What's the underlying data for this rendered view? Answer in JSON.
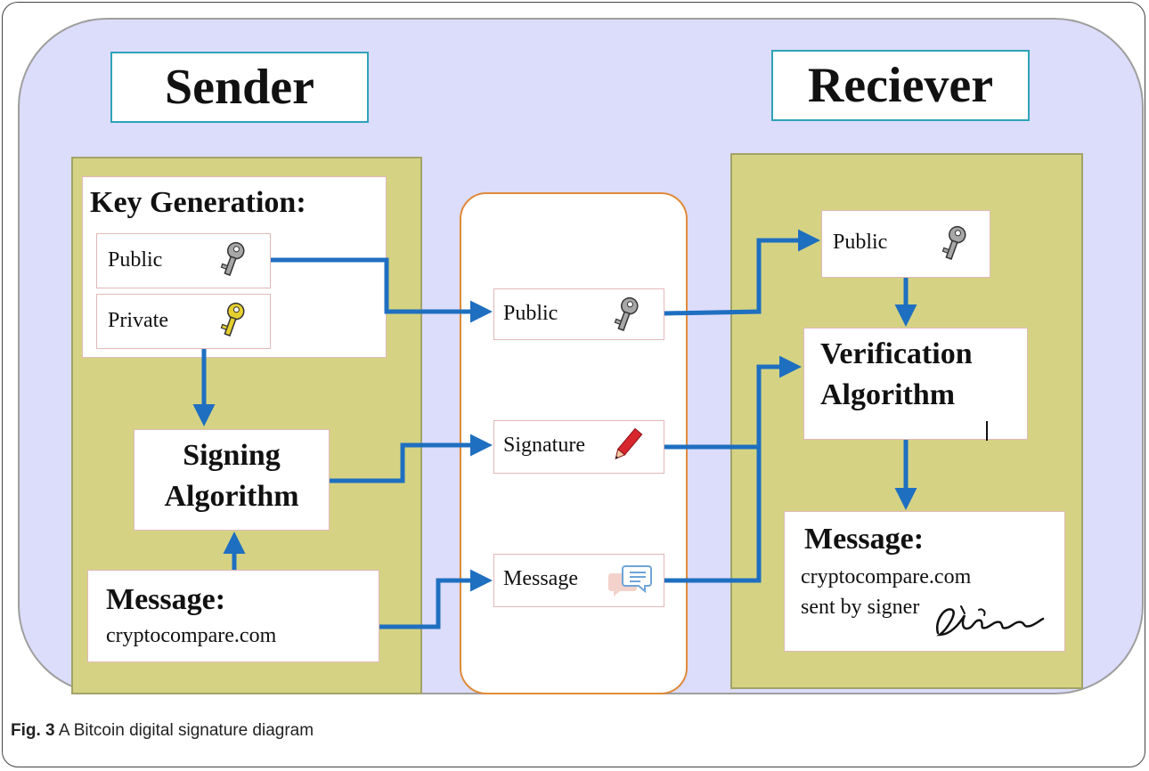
{
  "sender": {
    "title": "Sender",
    "key_generation": {
      "heading": "Key Generation:",
      "public_label": "Public",
      "private_label": "Private"
    },
    "signing": {
      "line1": "Signing",
      "line2": "Algorithm"
    },
    "message": {
      "heading": "Message:",
      "text": "cryptocompare.com"
    }
  },
  "channel": {
    "public_label": "Public",
    "signature_label": "Signature",
    "message_label": "Message"
  },
  "receiver": {
    "title": "Reciever",
    "public_label": "Public",
    "verification": {
      "line1": "Verification",
      "line2": "Algorithm"
    },
    "message": {
      "heading": "Message:",
      "line1": "cryptocompare.com",
      "line2": "sent by signer"
    }
  },
  "caption": {
    "fig": "Fig. 3",
    "text": "A Bitcoin digital signature diagram"
  },
  "colors": {
    "background": "#dcdcfb",
    "panel": "#d5d383",
    "arrow": "#1f6fc0",
    "title_border": "#2fa3b8",
    "channel_border": "#e08a3a",
    "public_key": "#a7a7a7",
    "private_key": "#e4cf2e",
    "pencil": "#d8262e"
  },
  "icons": [
    "public-key-icon",
    "private-key-icon",
    "pencil-icon",
    "chat-bubbles-icon",
    "signature-image"
  ]
}
